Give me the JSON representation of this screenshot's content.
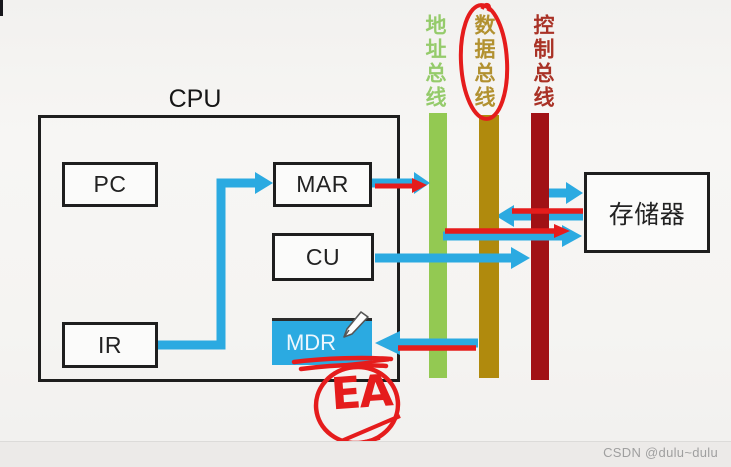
{
  "diagram": {
    "cpu_label": "CPU",
    "registers": {
      "pc": "PC",
      "mar": "MAR",
      "cu": "CU",
      "ir": "IR",
      "mdr": "MDR"
    },
    "memory_label": "存储器",
    "buses": [
      {
        "id": "address-bus",
        "label": "地址总线",
        "bar_color": "#93c952",
        "label_color": "#95cb6b",
        "circled": false
      },
      {
        "id": "data-bus",
        "label": "数据总线",
        "bar_color": "#b08a0d",
        "label_color": "#b29130",
        "circled": true
      },
      {
        "id": "control-bus",
        "label": "控制总线",
        "bar_color": "#a11115",
        "label_color": "#a93226",
        "circled": false
      }
    ],
    "arrows": [
      {
        "from": "IR",
        "to": "MAR",
        "color": "blue"
      },
      {
        "from": "MAR",
        "to": "address-bus",
        "color": "blue",
        "highlight": "red"
      },
      {
        "from": "CU",
        "to": "control-bus",
        "color": "blue"
      },
      {
        "from": "control-bus",
        "to": "memory",
        "color": "blue"
      },
      {
        "from": "memory",
        "to": "data-bus",
        "color": "blue",
        "highlight": "red"
      },
      {
        "from": "address-bus",
        "to": "memory",
        "color": "blue",
        "highlight": "red"
      },
      {
        "from": "data-bus",
        "to": "MDR",
        "color": "blue",
        "highlight": "red"
      }
    ],
    "annotation": {
      "text": "EA",
      "color": "#e51c1c"
    },
    "colors": {
      "arrow_blue": "#2baae1",
      "annotation_red": "#e51c1c",
      "box_border": "#1e1e1e",
      "mdr_fill": "#2baae1"
    }
  },
  "watermark": "CSDN @dulu~dulu"
}
